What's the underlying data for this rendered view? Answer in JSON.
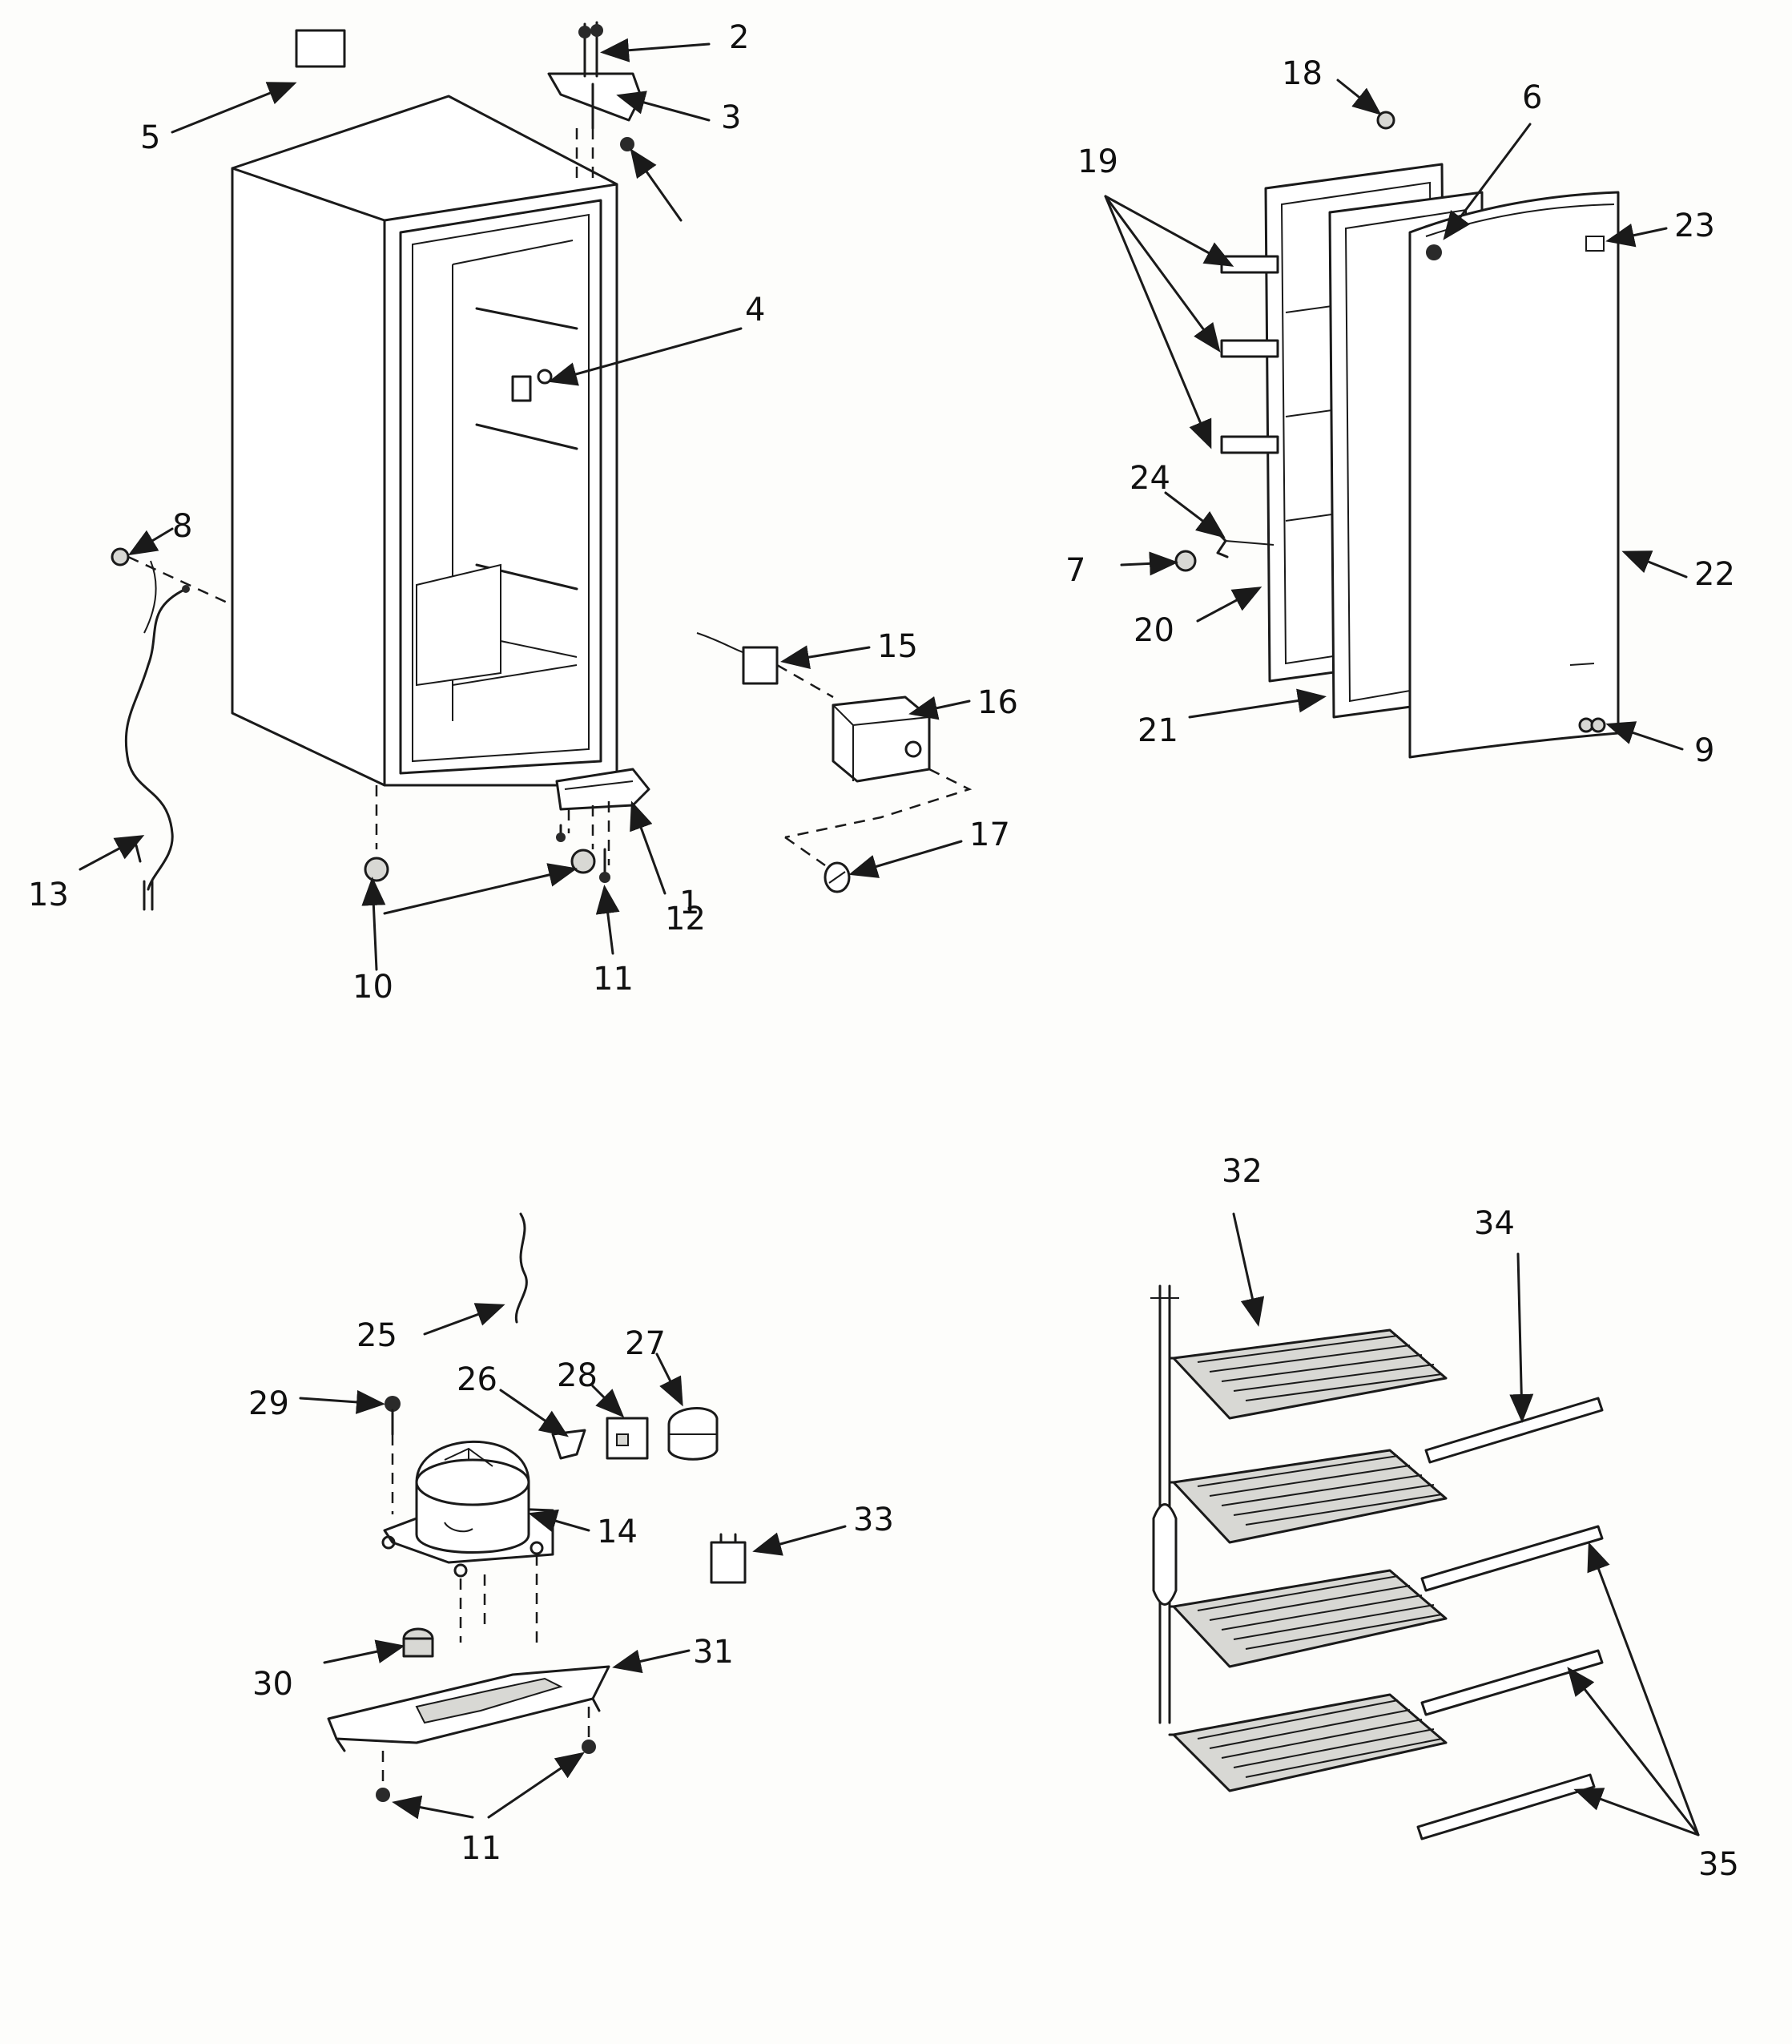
{
  "callouts": {
    "c1": "1",
    "c2": "2",
    "c3": "3",
    "c4": "4",
    "c5": "5",
    "c6": "6",
    "c7": "7",
    "c8": "8",
    "c9": "9",
    "c10": "10",
    "c11a": "11",
    "c11b": "11",
    "c12": "12",
    "c13": "13",
    "c14": "14",
    "c15": "15",
    "c16": "16",
    "c17": "17",
    "c18": "18",
    "c19": "19",
    "c20": "20",
    "c21": "21",
    "c22": "22",
    "c23": "23",
    "c24": "24",
    "c25": "25",
    "c26": "26",
    "c27": "27",
    "c28": "28",
    "c29": "29",
    "c30": "30",
    "c31": "31",
    "c32": "32",
    "c33": "33",
    "c34": "34",
    "c35": "35"
  },
  "colors": {
    "ink": "#1a1a1a",
    "paper": "#fdfdfb"
  }
}
